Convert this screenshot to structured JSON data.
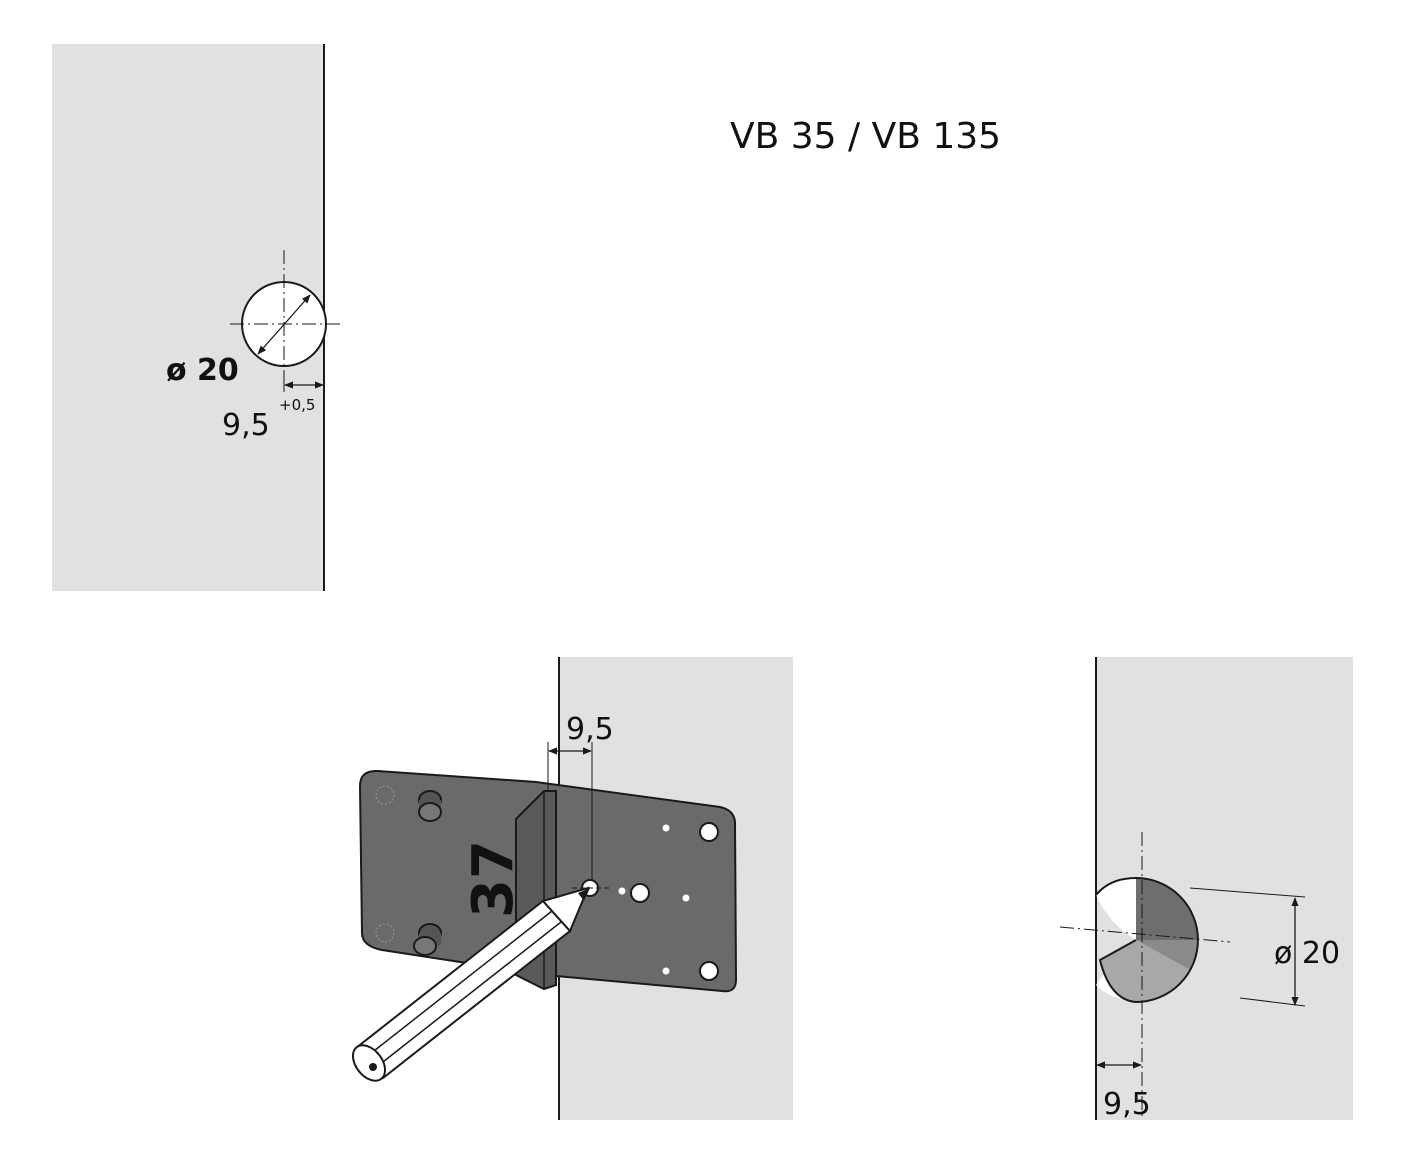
{
  "title": "VB 35 / VB 135",
  "view_top": {
    "diameter_label": "ø 20",
    "offset_label": "9,5",
    "tolerance_label": "+0,5"
  },
  "view_jig": {
    "offset_label": "9,5",
    "jig_number": "37"
  },
  "view_side": {
    "diameter_label": "ø 20",
    "offset_label": "9,5"
  },
  "colors": {
    "panel": "#e1e1e1",
    "jig": "#6a6a6a",
    "line": "#1a1a1a",
    "hole_dark": "#6e6e6e",
    "hole_mid": "#8a8a8a",
    "hole_light": "#a8a8a8"
  }
}
